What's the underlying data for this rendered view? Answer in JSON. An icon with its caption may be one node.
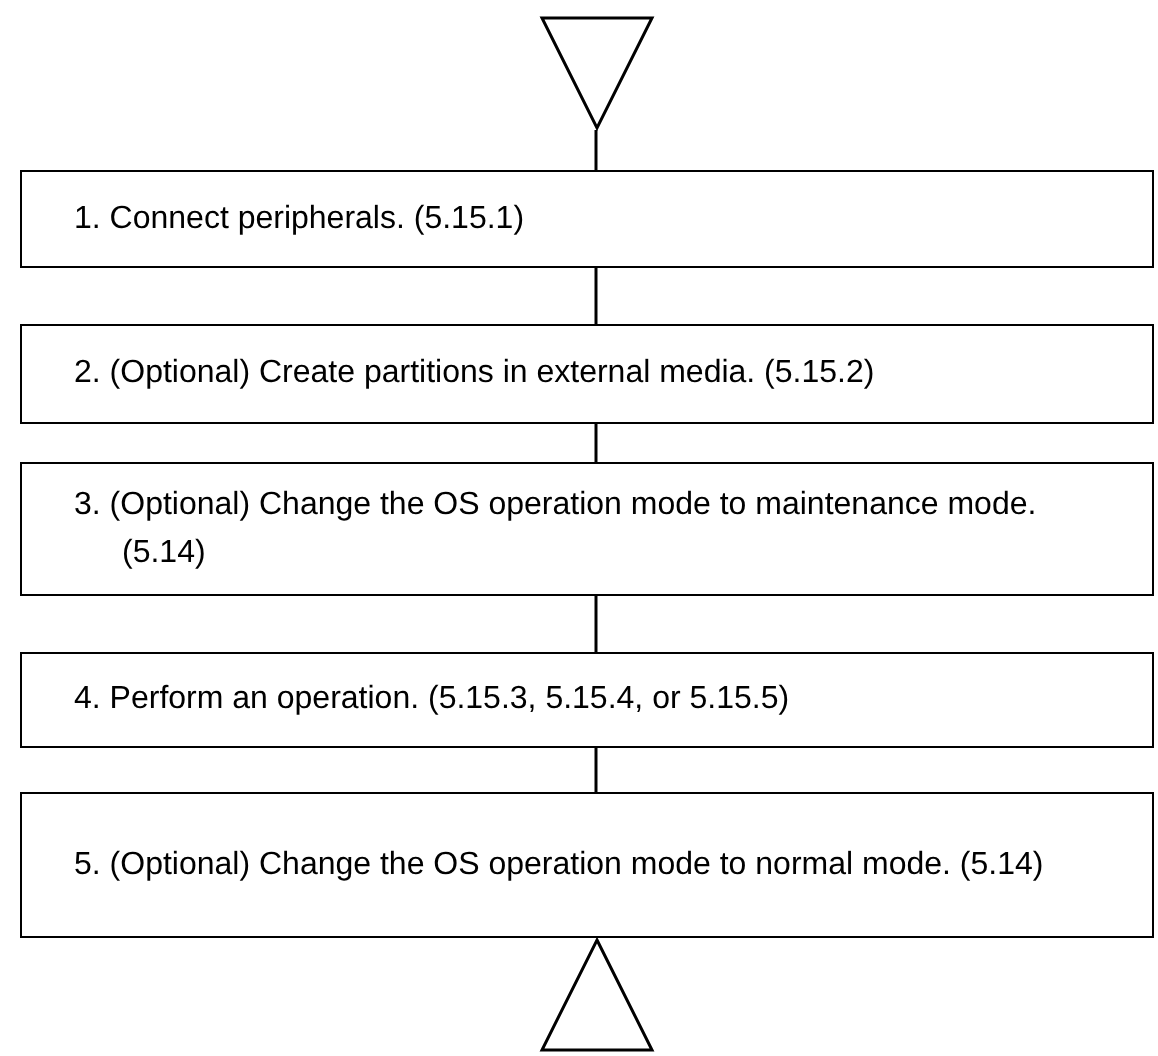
{
  "diagram": {
    "nodes": [
      {
        "text": [],
        "shape": "triangle"
      },
      {
        "text": [
          "1. Connect peripherals. (5.15.1)"
        ]
      },
      {
        "text": [
          "2. (Optional) Create partitions in external media. (5.15.2)"
        ]
      },
      {
        "text": [
          "3. (Optional) Change the OS operation mode to maintenance mode. (5.14)"
        ]
      },
      {
        "text": [
          "4. Perform an operation. (5.15.3, 5.15.4, or 5.15.5)"
        ]
      },
      {
        "text": [
          "5. (Optional) Change the OS operation mode to normal mode. (5.14)"
        ]
      },
      {
        "text": [],
        "shape": "triangle"
      }
    ],
    "edges": [
      {
        "from": 0,
        "to": 1,
        "arrow": "none"
      },
      {
        "from": 1,
        "to": 2,
        "arrow": "none"
      },
      {
        "from": 2,
        "to": 3,
        "arrow": "none"
      },
      {
        "from": 3,
        "to": 4,
        "arrow": "none"
      },
      {
        "from": 4,
        "to": 5,
        "arrow": "none"
      }
    ]
  }
}
